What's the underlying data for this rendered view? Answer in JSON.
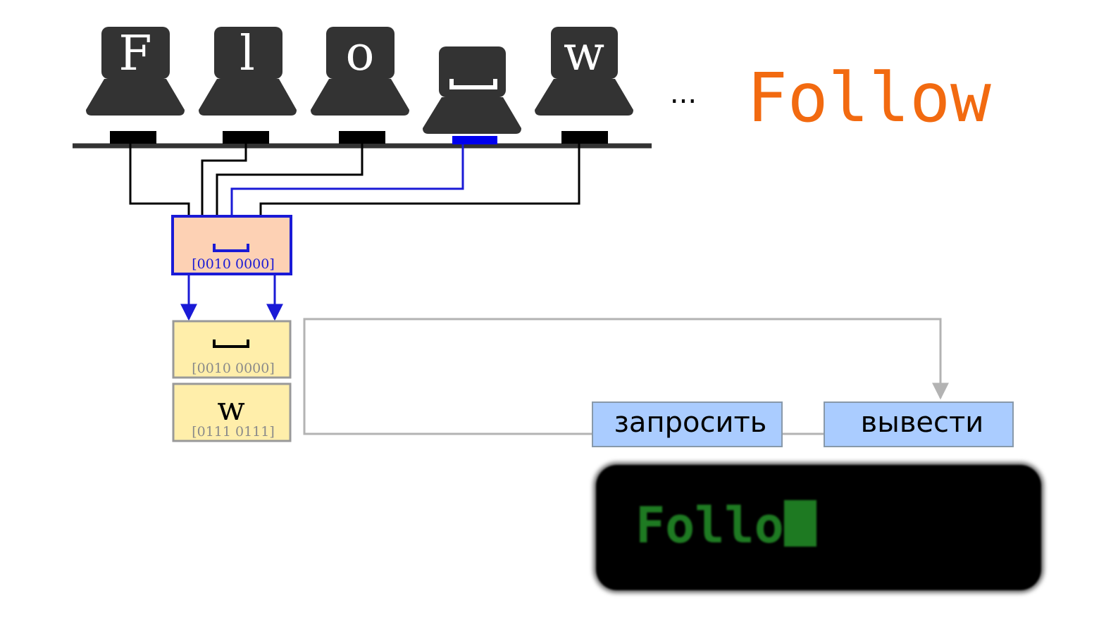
{
  "keyboards": [
    {
      "label": "F",
      "active": false
    },
    {
      "label": "l",
      "active": false
    },
    {
      "label": "o",
      "active": false
    },
    {
      "label": "␣",
      "active": true
    },
    {
      "label": "w",
      "active": false
    }
  ],
  "ellipsis": "...",
  "title": "Follow",
  "buffer": {
    "active_symbol": "␣",
    "active_code": "[0010 0000]"
  },
  "queue": [
    {
      "symbol": "␣",
      "code": "[0010 0000]"
    },
    {
      "symbol": "w",
      "code": "[0111 0111]"
    }
  ],
  "buttons": {
    "request": "запросить",
    "output": "вывести"
  },
  "terminal": {
    "text": "Follo"
  },
  "colors": {
    "key_body": "#333333",
    "bus": "#333333",
    "port": "#000000",
    "active_port": "#0000ee",
    "active_wire": "#1a1ad6",
    "title": "#f26a10",
    "buffer_fill": "#fdd1b4",
    "buffer_border": "#1a1ad6",
    "queue_fill": "#ffeeaa",
    "queue_border": "#999999",
    "button_fill": "#aaccff",
    "button_border": "#8899aa",
    "terminal_text": "#1e7a22",
    "loop_wire": "#b3b3b3"
  }
}
